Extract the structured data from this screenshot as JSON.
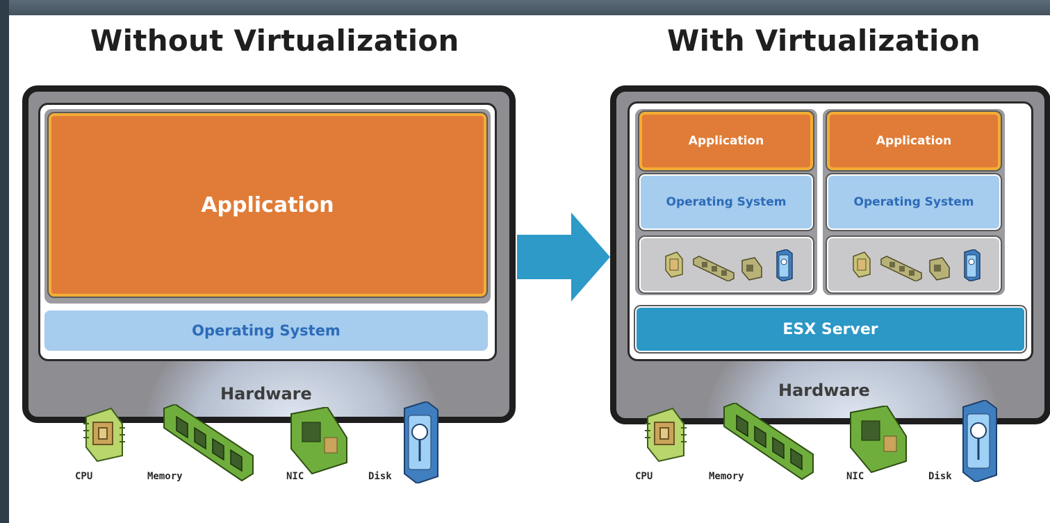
{
  "left": {
    "title": "Without Virtualization",
    "application": "Application",
    "operating_system": "Operating System",
    "hardware": "Hardware",
    "components": [
      "CPU",
      "Memory",
      "NIC",
      "Disk"
    ]
  },
  "right": {
    "title": "With Virtualization",
    "vms": [
      {
        "application": "Application",
        "operating_system": "Operating System"
      },
      {
        "application": "Application",
        "operating_system": "Operating System"
      }
    ],
    "hypervisor": "ESX Server",
    "hardware": "Hardware",
    "components": [
      "CPU",
      "Memory",
      "NIC",
      "Disk"
    ]
  },
  "colors": {
    "application": "#e07c37",
    "application_border": "#f3ad34",
    "operating_system": "#a6ccee",
    "operating_system_text": "#2c6bb8",
    "hypervisor": "#2b98c6",
    "arrow": "#2d9ac8",
    "frame": "#8e8d92"
  },
  "icons": [
    "cpu-chip-icon",
    "memory-module-icon",
    "nic-card-icon",
    "disk-drive-icon",
    "right-arrow-icon"
  ]
}
